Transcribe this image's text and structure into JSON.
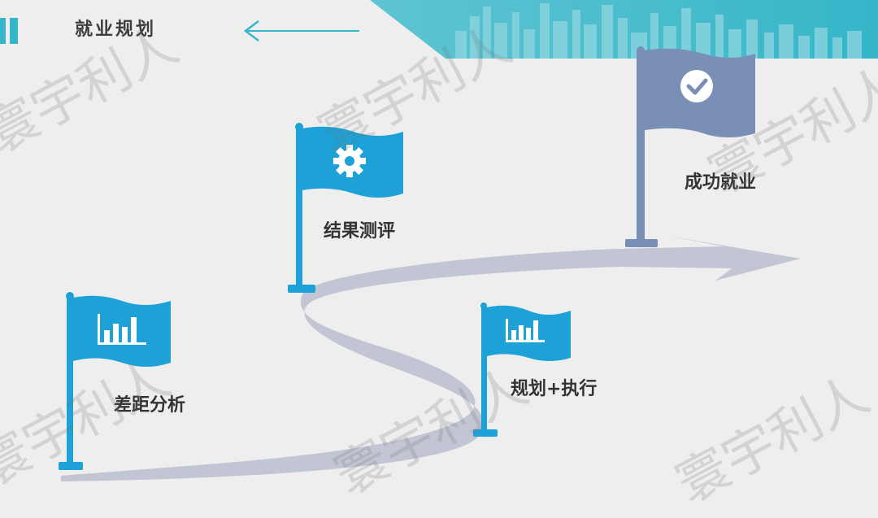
{
  "header": {
    "title": "就业规划"
  },
  "steps": [
    {
      "label": "差距分析",
      "icon": "bar-chart-icon",
      "color": "#1da1d6"
    },
    {
      "label": "结果测评",
      "icon": "gear-icon",
      "color": "#1da1d6"
    },
    {
      "label": "规划+执行",
      "icon": "bar-chart-icon",
      "color": "#1da1d6"
    },
    {
      "label": "成功就业",
      "icon": "checkmark-icon",
      "color": "#7a8fb5"
    }
  ],
  "watermark": {
    "text": "寰宇利人"
  },
  "colors": {
    "accent": "#36b6c9",
    "flag_blue": "#1da1d6",
    "flag_final": "#7a8fb5",
    "road": "#c2c6d4"
  }
}
